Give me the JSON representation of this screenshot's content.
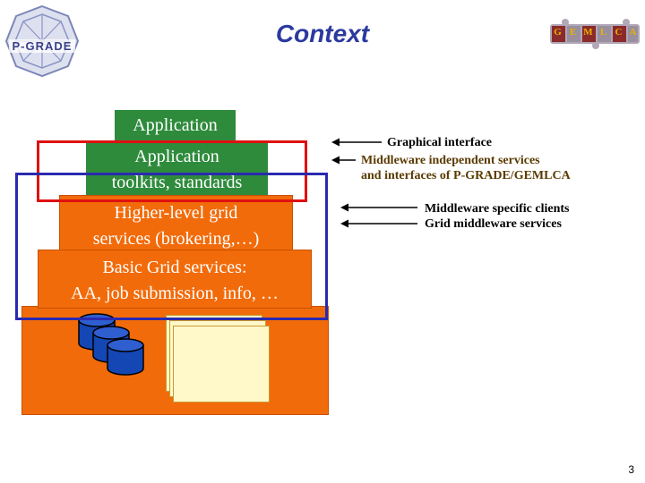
{
  "title": "Context",
  "logo_left": {
    "text": "P-GRADE"
  },
  "logo_right": {
    "letters": [
      "G",
      "E",
      "M",
      "L",
      "C",
      "A"
    ]
  },
  "layers": {
    "application": "Application",
    "toolkits": [
      "Application",
      "toolkits, standards"
    ],
    "higher_level": [
      "Higher-level grid",
      "services (brokering,…)"
    ],
    "basic": [
      "Basic Grid services:",
      "AA, job submission, info, …"
    ]
  },
  "annotations": {
    "graphical": "Graphical interface",
    "middleware_independent": [
      "Middleware independent services",
      "and interfaces of P-GRADE/GEMLCA"
    ],
    "middleware_specific": [
      "Middleware specific clients",
      "Grid middleware services"
    ]
  },
  "colors": {
    "green": "#2e8b3c",
    "orange": "#f26b0a",
    "red_frame": "#e01010",
    "blue_frame": "#2a2ab0",
    "cylinder": "#1446b4",
    "page_panel": "#fff8c8",
    "note_black": "#000000",
    "note_olive": "#5a3a00"
  },
  "page_number": "3"
}
